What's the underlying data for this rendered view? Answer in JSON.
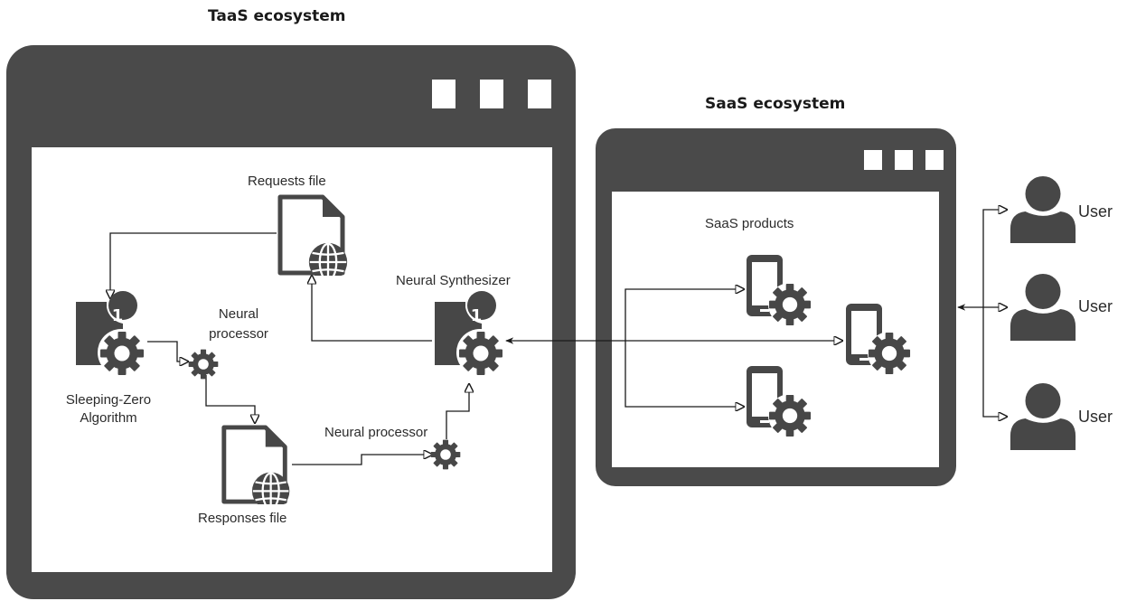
{
  "colors": {
    "frame": "#4a4a4a",
    "panel": "#ffffff",
    "line": "#1a1a1a",
    "icon": "#474747"
  },
  "taas": {
    "title": "TaaS ecosystem",
    "requests_file": "Requests file",
    "responses_file": "Responses file",
    "sleeping_zero": {
      "line1": "Sleeping-Zero",
      "line2": "Algorithm",
      "badge": "1"
    },
    "neural_processor_1": {
      "line1": "Neural",
      "line2": "processor"
    },
    "neural_processor_2": "Neural processor",
    "neural_synthesizer": {
      "label": "Neural Synthesizer",
      "badge": "1"
    }
  },
  "saas": {
    "title": "SaaS ecosystem",
    "products_label": "SaaS products"
  },
  "users": [
    {
      "label": "User"
    },
    {
      "label": "User"
    },
    {
      "label": "User"
    }
  ],
  "icons": [
    "window-button-icon",
    "file-globe-icon",
    "gear-icon",
    "phone-gear-icon",
    "user-icon"
  ]
}
